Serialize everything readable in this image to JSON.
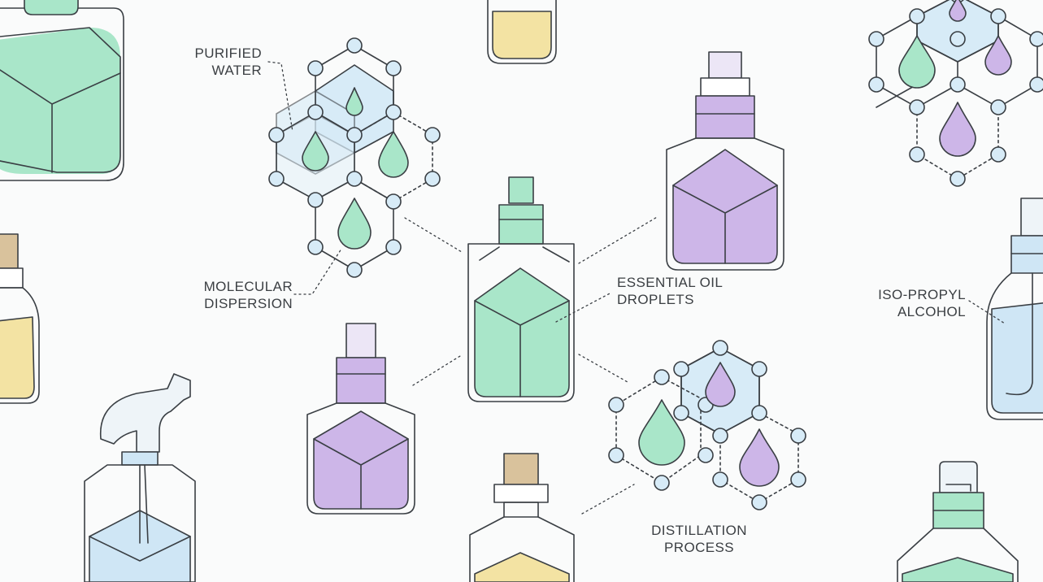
{
  "labels": {
    "purified_water": [
      "PURIFIED",
      "WATER"
    ],
    "molecular_dispersion": [
      "MOLECULAR",
      "DISPERSION"
    ],
    "essential_oil_droplets": [
      "ESSENTIAL OIL",
      "DROPLETS"
    ],
    "iso_propyl_alcohol": [
      "ISO-PROPYL",
      "ALCOHOL"
    ],
    "distillation_process": [
      "DISTILLATION",
      "PROCESS"
    ]
  },
  "colors": {
    "background": "#fafbfb",
    "stroke": "#3a3f44",
    "mint": "#a9e6c9",
    "lavender": "#cdb6e8",
    "butter": "#f3e3a3",
    "sky": "#cfe6f5",
    "node": "#d7ebf7",
    "cork": "#d9c29c"
  }
}
